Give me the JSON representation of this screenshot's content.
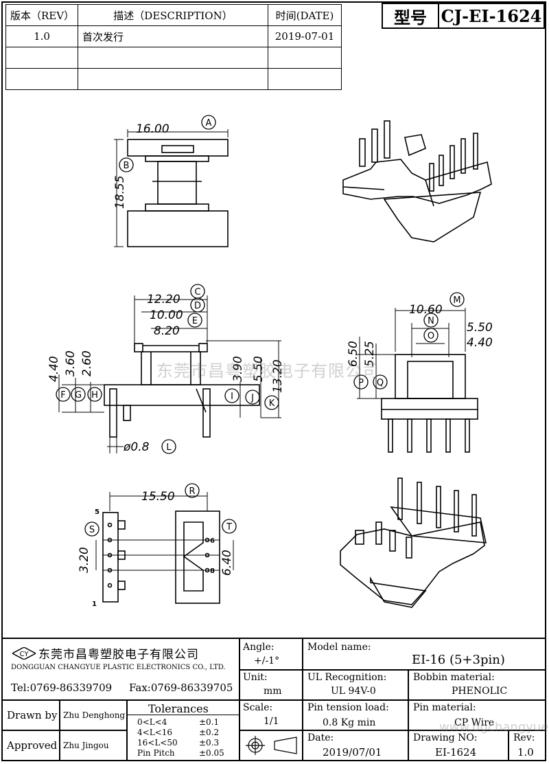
{
  "revision_table": {
    "headers": [
      "版本（REV）",
      "描述（DESCRIPTION）",
      "时间(DATE)"
    ],
    "rows": [
      [
        "1.0",
        "首次发行",
        "2019-07-01"
      ],
      [
        "",
        "",
        ""
      ],
      [
        "",
        "",
        ""
      ]
    ]
  },
  "model_box": {
    "label": "型号",
    "value": "CJ-EI-1624"
  },
  "dims": {
    "a": "16.00",
    "b": "18.55",
    "c": "12.20",
    "d": "10.00",
    "e": "8.20",
    "f": "4.40",
    "g": "3.60",
    "h": "2.60",
    "i": "3.90",
    "j": "5.50",
    "k": "13.20",
    "l": "ø0.8",
    "m": "10.60",
    "n": "5.50",
    "o": "4.40",
    "p": "6.50",
    "q": "5.25",
    "r": "15.50",
    "s": "3.20",
    "t": "6.40"
  },
  "callouts": [
    "A",
    "B",
    "C",
    "D",
    "E",
    "F",
    "G",
    "H",
    "I",
    "J",
    "K",
    "L",
    "M",
    "N",
    "O",
    "P",
    "Q",
    "R",
    "S",
    "T"
  ],
  "pin_numbers": {
    "p5": "5",
    "p1": "1",
    "p6": "6",
    "p8": "8"
  },
  "watermark": "东莞市昌粤塑胶电子有限公司",
  "watermark_url": "www.dgchangyue.net",
  "company": {
    "name_cn": "东莞市昌粤塑胶电子有限公司",
    "name_en": "DONGGUAN CHANGYUE PLASTIC ELECTRONICS CO., LTD.",
    "tel": "Tel:0769-86339709",
    "fax": "Fax:0769-86339705",
    "logo_text": "CY"
  },
  "title_block": {
    "angle_label": "Angle:",
    "angle_value": "+/-1°",
    "unit_label": "Unit:",
    "unit_value": "mm",
    "scale_label": "Scale:",
    "scale_value": "1/1",
    "model_label": "Model name:",
    "model_value": "EI-16 (5+3pin)",
    "ul_label": "UL Recognition:",
    "ul_value": "UL 94V-0",
    "bobbin_label": "Bobbin material:",
    "bobbin_value": "PHENOLIC",
    "tension_label": "Pin tension load:",
    "tension_value": "0.8 Kg min",
    "pinmat_label": "Pin material:",
    "pinmat_value": "CP Wire",
    "date_label": "Date:",
    "date_value": "2019/07/01",
    "drawing_label": "Drawing NO:",
    "drawing_value": "EI-1624",
    "rev_label": "Rev:",
    "rev_value": "1.0",
    "drawn_label": "Drawn by",
    "drawn_value": "Zhu Denghong",
    "approved_label": "Approved",
    "approved_value": "Zhu  Jingou",
    "tolerances_label": "Tolerances",
    "tolerances": [
      {
        "range": "0<L<4",
        "tol": "±0.1"
      },
      {
        "range": "4<L<16",
        "tol": "±0.2"
      },
      {
        "range": "16<L<50",
        "tol": "±0.3"
      },
      {
        "range": "Pin Pitch",
        "tol": "±0.05"
      }
    ]
  }
}
